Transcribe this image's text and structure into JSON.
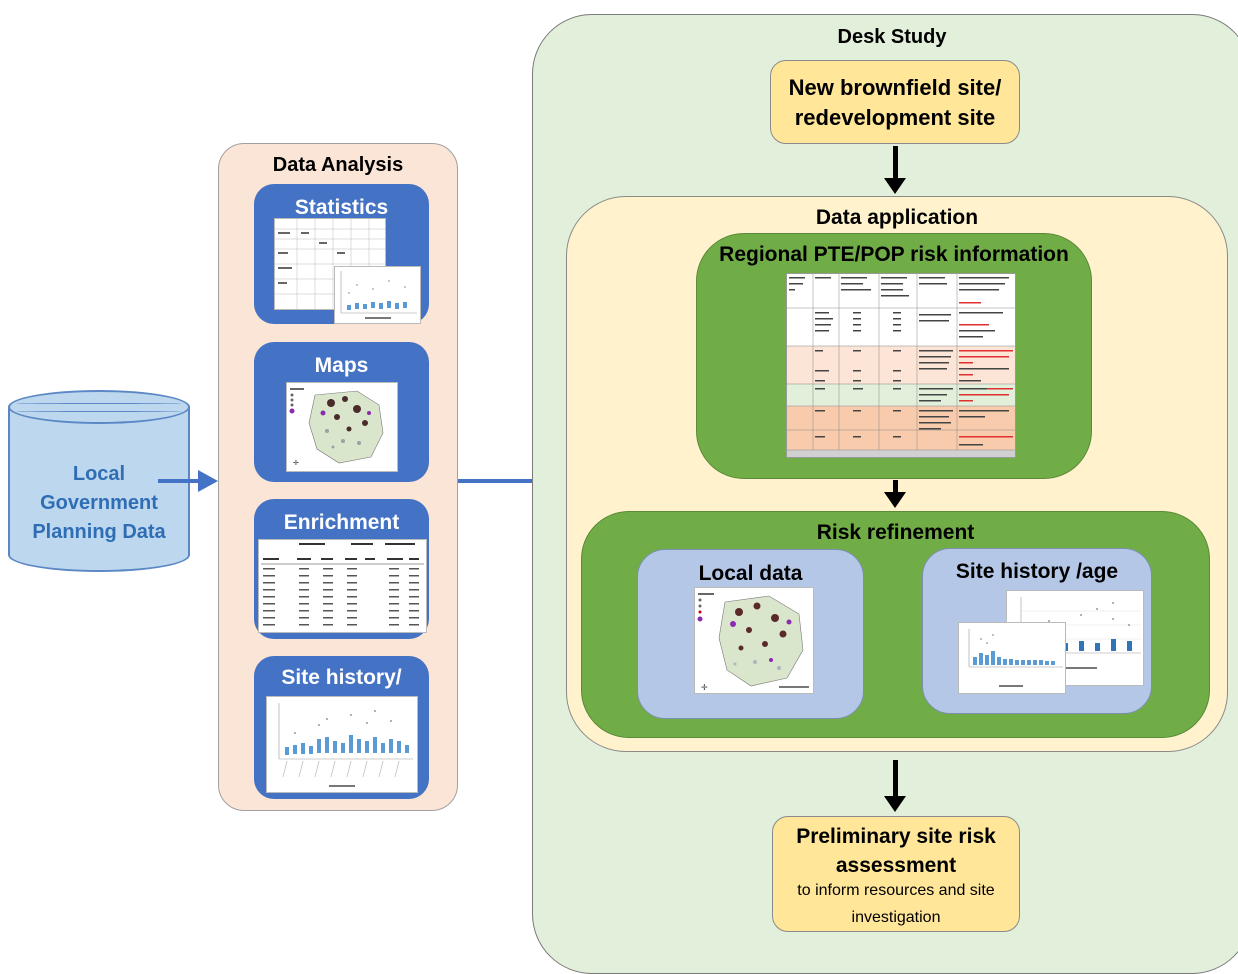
{
  "source": {
    "title": "Local Government Planning Data"
  },
  "analysis": {
    "title": "Data Analysis",
    "cards": [
      {
        "label": "Statistics"
      },
      {
        "label": "Maps"
      },
      {
        "label": "Enrichment"
      },
      {
        "label": "Site history/"
      }
    ]
  },
  "desk": {
    "title": "Desk Study",
    "new_site": "New brownfield site/ redevelopment site",
    "application_title": "Data application",
    "regional_title": "Regional PTE/POP risk information",
    "refinement_title": "Risk refinement",
    "local_data": "Local data",
    "site_history": "Site history /age",
    "preliminary_title": "Preliminary site risk assessment",
    "preliminary_sub": "to inform resources and site investigation"
  },
  "colors": {
    "blue": "#4472c4",
    "peach": "#fbe5d6",
    "mint": "#e2efda",
    "cream": "#fff2cc",
    "gold": "#ffe699",
    "green": "#70ad47",
    "lightblue": "#b4c7e7"
  }
}
